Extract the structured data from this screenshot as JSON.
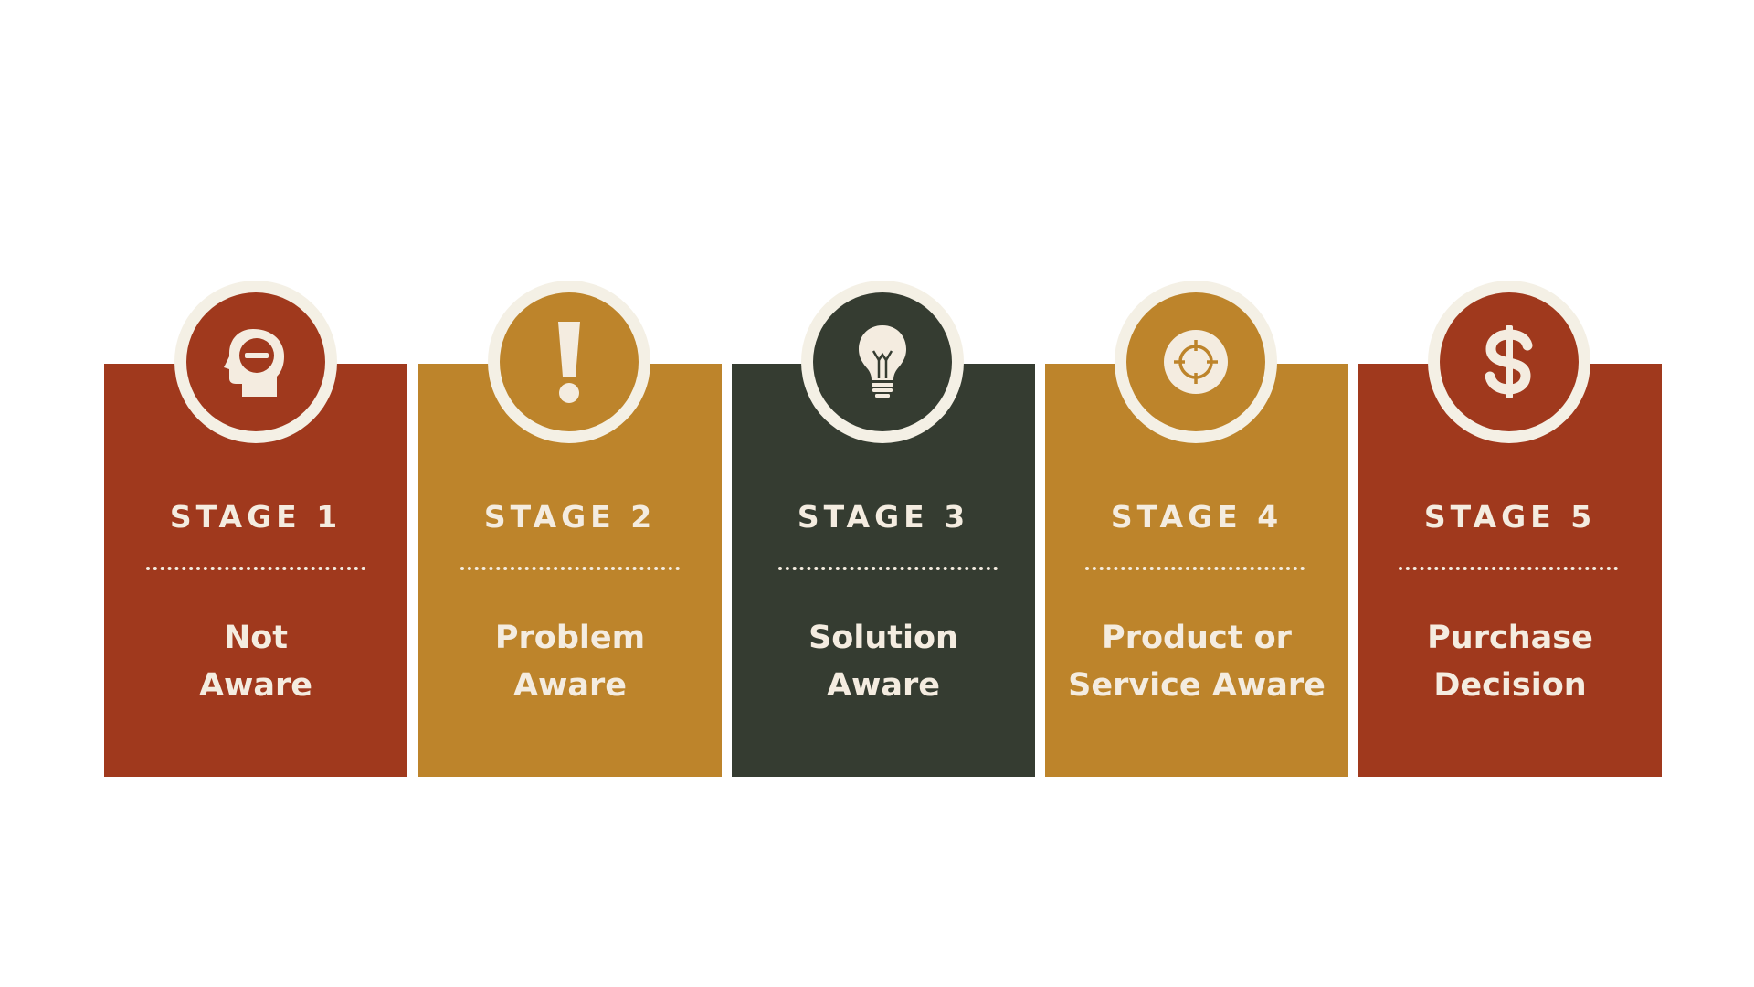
{
  "colors": {
    "rust": "#a0391d",
    "ochre": "#bd842b",
    "forest": "#353c31",
    "cream": "#f4f0e5",
    "text": "#f4ece0"
  },
  "stages": [
    {
      "label": "STAGE 1",
      "title_lines": [
        "Not",
        "Aware"
      ],
      "icon": "head-minus-icon",
      "color": "#a0391d"
    },
    {
      "label": "STAGE 2",
      "title_lines": [
        "Problem",
        "Aware"
      ],
      "icon": "exclamation-icon",
      "color": "#bd842b"
    },
    {
      "label": "STAGE 3",
      "title_lines": [
        "Solution",
        "Aware"
      ],
      "icon": "lightbulb-icon",
      "color": "#353c31"
    },
    {
      "label": "STAGE 4",
      "title_lines": [
        "Product or",
        "Service Aware"
      ],
      "icon": "crosshair-icon",
      "color": "#bd842b"
    },
    {
      "label": "STAGE 5",
      "title_lines": [
        "Purchase",
        "Decision"
      ],
      "icon": "dollar-icon",
      "color": "#a0391d"
    }
  ]
}
